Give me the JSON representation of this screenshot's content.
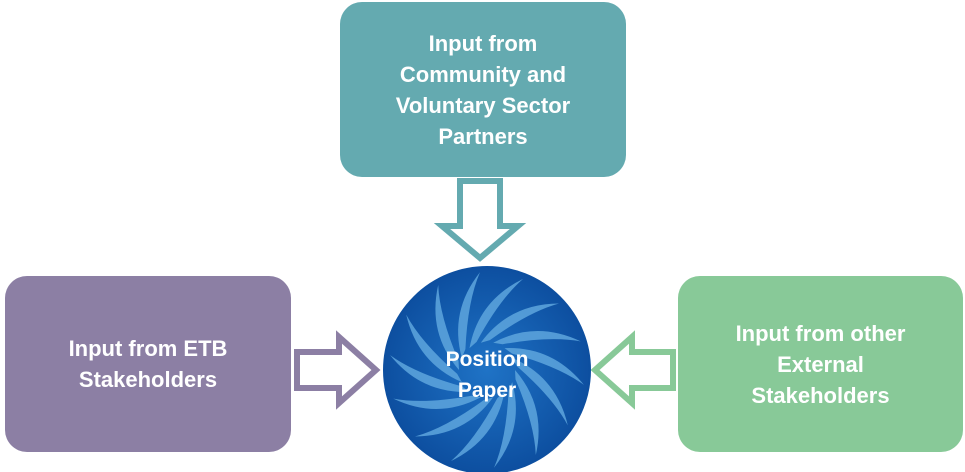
{
  "nodes": {
    "top": {
      "label": "Input from\nCommunity and\nVoluntary Sector\nPartners"
    },
    "left": {
      "label": "Input from ETB\nStakeholders"
    },
    "right": {
      "label": "Input from other\nExternal\nStakeholders"
    },
    "center": {
      "label": "Position\nPaper"
    }
  },
  "colors": {
    "top_box": "#64aab0",
    "left_box": "#8c7fa4",
    "right_box": "#88c998",
    "center_dark": "#0d4fa0",
    "center_mid": "#1f73c6",
    "swirl": "#5ea6de",
    "arrow_top": "#64aab0",
    "arrow_left": "#8c7fa4",
    "arrow_right": "#88c998"
  },
  "icons": [
    "swirl-circle-icon",
    "arrow-down-icon",
    "arrow-right-icon",
    "arrow-left-icon"
  ]
}
